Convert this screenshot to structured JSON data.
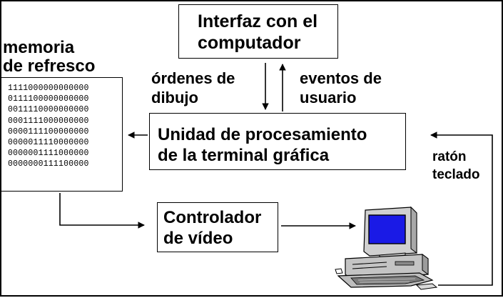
{
  "boxes": {
    "interface": {
      "line1": "Interfaz con el",
      "line2": "computador"
    },
    "processing_unit": {
      "line1": "Unidad de procesamiento",
      "line2": "de la terminal gráfica"
    },
    "video_controller": {
      "line1": "Controlador",
      "line2": "de vídeo"
    }
  },
  "labels": {
    "refresh_memory": {
      "line1": "memoria",
      "line2": "de refresco"
    },
    "drawing_orders": {
      "line1": "órdenes de",
      "line2": "dibujo"
    },
    "user_events": {
      "line1": "eventos de",
      "line2": "usuario"
    },
    "input_devices": {
      "line1": "ratón",
      "line2": "teclado"
    }
  },
  "bitmap_rows": [
    "1111000000000000",
    "0111100000000000",
    "0011110000000000",
    "0001111000000000",
    "0000111100000000",
    "0000011110000000",
    "0000001111000000",
    "0000000111100000"
  ],
  "colors": {
    "screen": "#1a1ae6",
    "computer_body": "#c4c4c4",
    "line": "#000000",
    "background": "#ffffff"
  },
  "icons": {
    "computer": "desktop-computer-icon"
  }
}
